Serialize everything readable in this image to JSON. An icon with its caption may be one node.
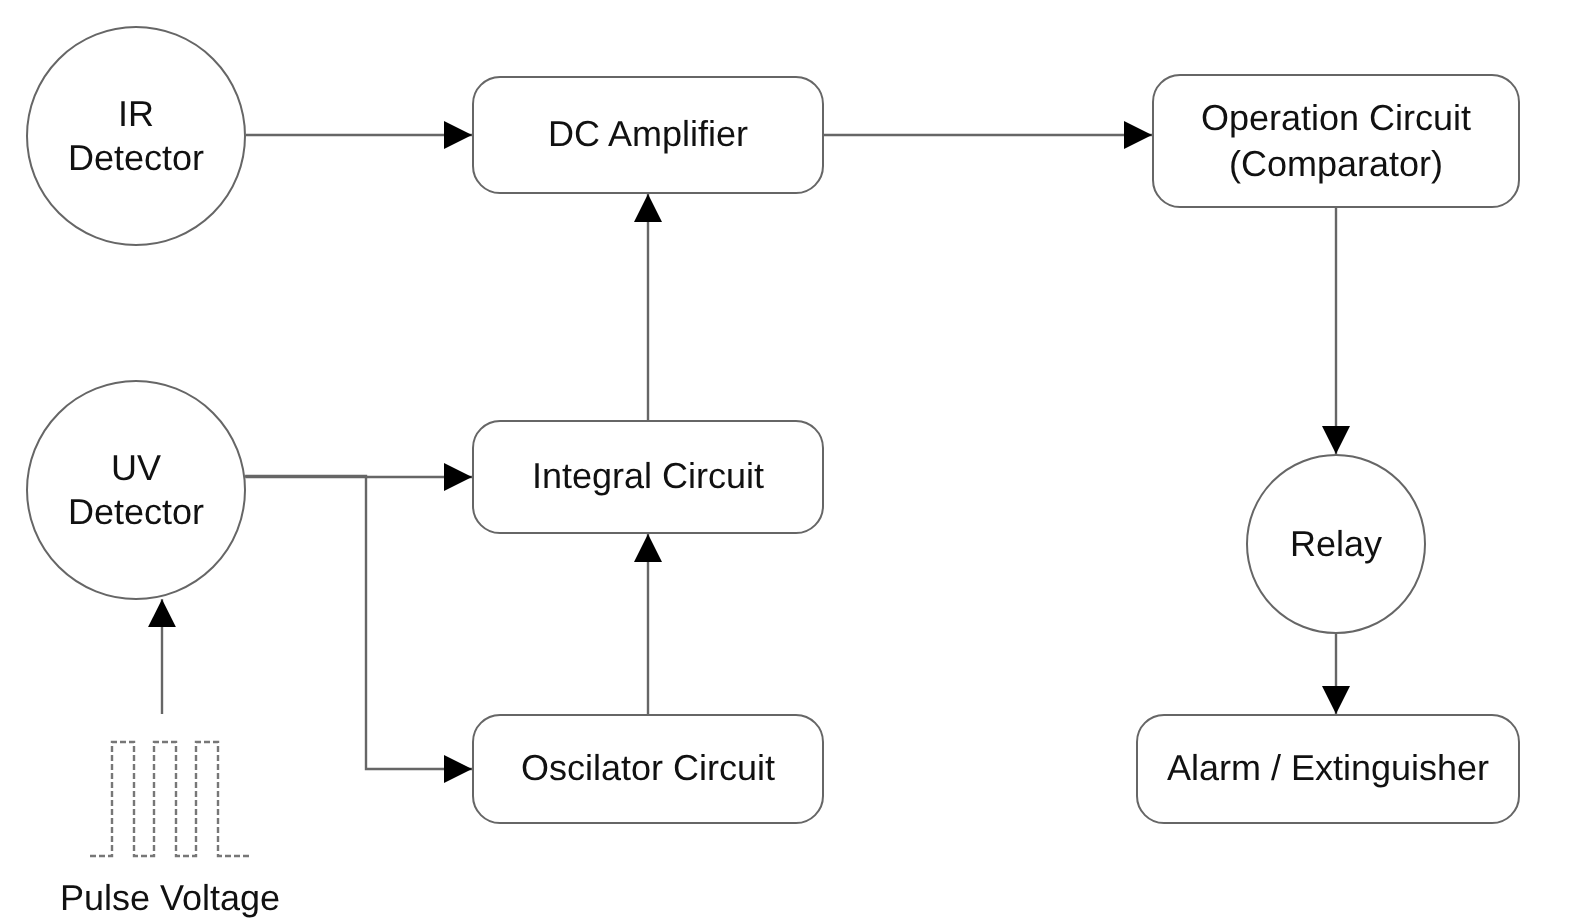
{
  "diagram": {
    "nodes": [
      {
        "text": [
          "IR Detector"
        ]
      },
      {
        "text": [
          "DC Amplifier"
        ]
      },
      {
        "text": [
          "Operation Circuit (Comparator)"
        ]
      },
      {
        "text": [
          "UV Detector"
        ]
      },
      {
        "text": [
          "Integral Circuit"
        ]
      },
      {
        "text": [
          "Relay"
        ]
      },
      {
        "text": [
          "Pulse Voltage"
        ]
      },
      {
        "text": [
          "Oscilator Circuit"
        ]
      },
      {
        "text": [
          "Alarm / Extinguisher"
        ]
      }
    ],
    "edges": [
      {
        "from": 0,
        "to": 1,
        "arrow": "to"
      },
      {
        "from": 1,
        "to": 2,
        "arrow": "to"
      },
      {
        "from": 3,
        "to": 4,
        "arrow": "to"
      },
      {
        "from": 3,
        "to": 7,
        "arrow": "to"
      },
      {
        "from": 4,
        "to": 1,
        "arrow": "to"
      },
      {
        "from": 7,
        "to": 4,
        "arrow": "to"
      },
      {
        "from": 6,
        "to": 3,
        "arrow": "to"
      },
      {
        "from": 2,
        "to": 5,
        "arrow": "to"
      },
      {
        "from": 5,
        "to": 8,
        "arrow": "to"
      }
    ]
  }
}
